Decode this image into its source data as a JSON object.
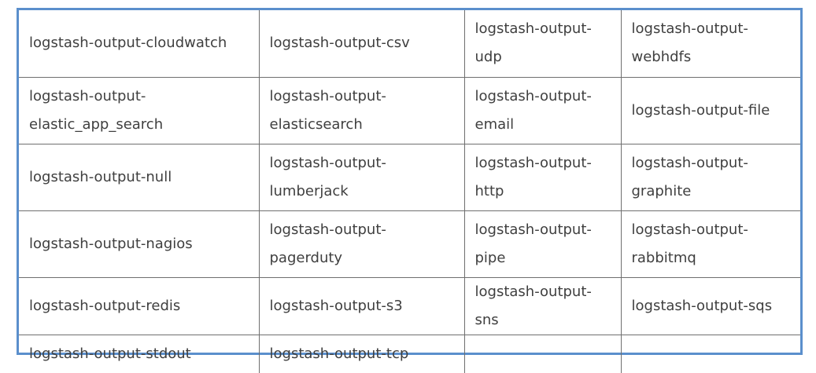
{
  "table": {
    "rows": [
      [
        "logstash-output-cloudwatch",
        "logstash-output-csv",
        "logstash-output-udp",
        "logstash-output-webhdfs"
      ],
      [
        "logstash-output-elastic_app_search",
        "logstash-output-elasticsearch",
        "logstash-output-email",
        "logstash-output-file"
      ],
      [
        "logstash-output-null",
        "logstash-output-lumberjack",
        "logstash-output-http",
        "logstash-output-graphite"
      ],
      [
        "logstash-output-nagios",
        "logstash-output-pagerduty",
        "logstash-output-pipe",
        "logstash-output-rabbitmq"
      ],
      [
        "logstash-output-redis",
        "logstash-output-s3",
        "logstash-output-sns",
        "logstash-output-sqs"
      ],
      [
        "logstash-output-stdout",
        "logstash-output-tcp",
        "",
        ""
      ]
    ]
  },
  "colors": {
    "frame_border": "#5b8fcc",
    "cell_border": "#6f6f6f",
    "text": "#3f3f3f"
  }
}
